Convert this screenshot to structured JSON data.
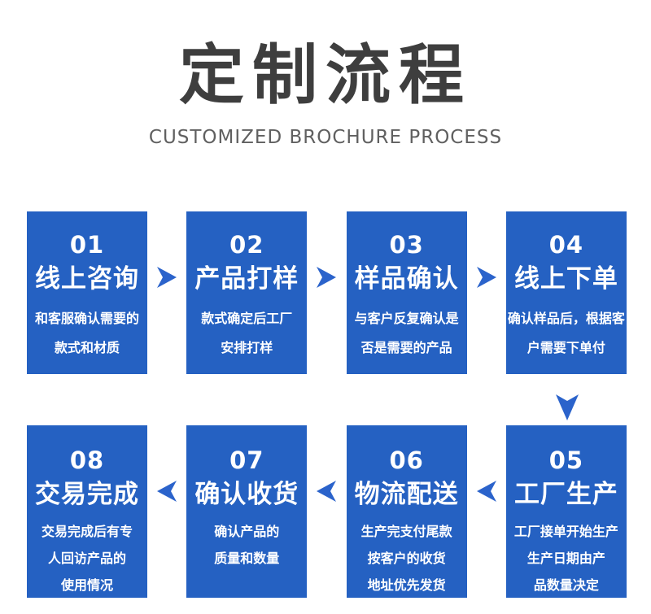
{
  "page": {
    "title": "定制流程",
    "subtitle": "CUSTOMIZED BROCHURE PROCESS"
  },
  "colors": {
    "box": "#2561c2",
    "arrow": "#2b63cb",
    "title": "#3e3e3e",
    "subtitle": "#606060",
    "step_text": "#ffffff",
    "background": "#ffffff"
  },
  "icons": {
    "right_arrow": "arrow-right-icon",
    "left_arrow": "arrow-left-icon",
    "down_arrow": "arrow-down-icon"
  },
  "steps": [
    {
      "number": "01",
      "title": "线上咨询",
      "desc": "和客服确认需要的\n款式和材质"
    },
    {
      "number": "02",
      "title": "产品打样",
      "desc": "款式确定后工厂\n安排打样"
    },
    {
      "number": "03",
      "title": "样品确认",
      "desc": "与客户反复确认是\n否是需要的产品"
    },
    {
      "number": "04",
      "title": "线上下单",
      "desc": "确认样品后，根据客\n户需要下单付"
    },
    {
      "number": "05",
      "title": "工厂生产",
      "desc": "工厂接单开始生产\n生产日期由产\n品数量决定"
    },
    {
      "number": "06",
      "title": "物流配送",
      "desc": "生产完支付尾款\n按客户的收货\n地址优先发货"
    },
    {
      "number": "07",
      "title": "确认收货",
      "desc": "确认产品的\n质量和数量"
    },
    {
      "number": "08",
      "title": "交易完成",
      "desc": "交易完成后有专\n人回访产品的\n使用情况"
    }
  ]
}
